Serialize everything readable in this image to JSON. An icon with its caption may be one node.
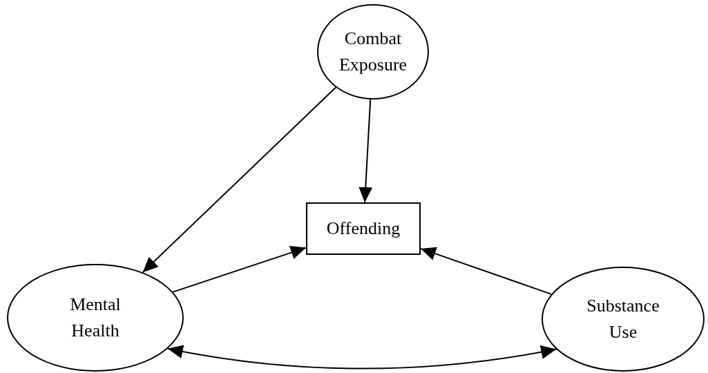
{
  "diagram": {
    "nodes": [
      {
        "text": [
          "Combat Exposure"
        ]
      },
      {
        "text": [
          "Offending"
        ]
      },
      {
        "text": [
          "Mental Health"
        ]
      },
      {
        "text": [
          "Substance Use"
        ]
      }
    ],
    "edges": [
      {
        "from": 0,
        "to": 2,
        "arrow": "to"
      },
      {
        "from": 0,
        "to": 1,
        "arrow": "to"
      },
      {
        "from": 2,
        "to": 1,
        "arrow": "to"
      },
      {
        "from": 3,
        "to": 1,
        "arrow": "to"
      },
      {
        "from": 2,
        "to": 3,
        "arrow": "both"
      }
    ]
  }
}
